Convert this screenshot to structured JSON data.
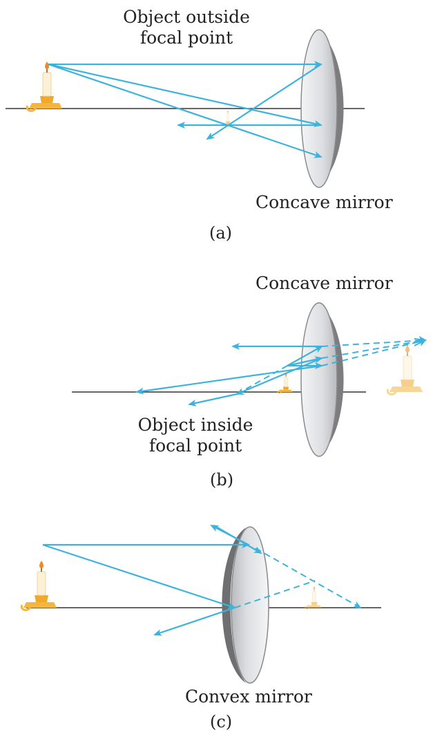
{
  "panels": [
    {
      "id": "a",
      "caption": "(a)",
      "object_label": [
        "Object outside",
        "focal point"
      ],
      "mirror_label": "Concave mirror"
    },
    {
      "id": "b",
      "caption": "(b)",
      "object_label": [
        "Object inside",
        "focal point"
      ],
      "mirror_label": "Concave mirror"
    },
    {
      "id": "c",
      "caption": "(c)",
      "mirror_label": "Convex mirror"
    }
  ],
  "colors": {
    "ray": "#3bb3dc",
    "axis": "#333333",
    "candle": "#f4b63f",
    "mirror_face": "#e9eaec",
    "mirror_edge": "#8a8a8c"
  }
}
